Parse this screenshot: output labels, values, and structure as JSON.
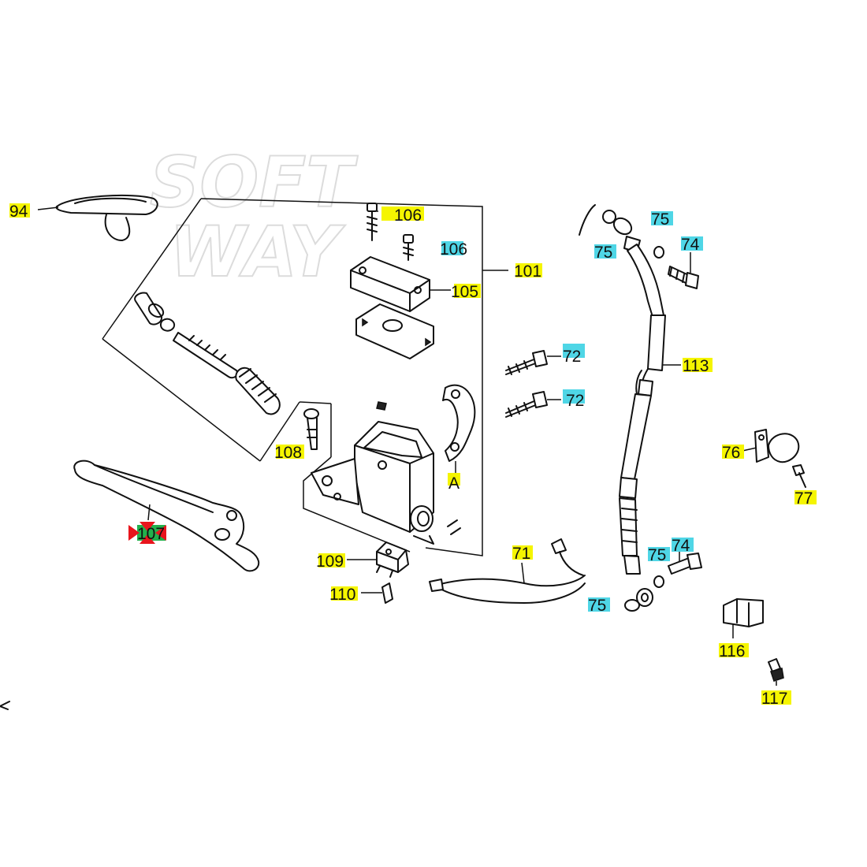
{
  "watermark": {
    "line1": "SOFT",
    "line2": "WAY"
  },
  "highlight_colors": {
    "yellow": "#f5f500",
    "cyan": "#4fd6e6",
    "green": "#22b14c",
    "red": "#e8141c"
  },
  "callouts": [
    {
      "id": "c94",
      "text": "94",
      "highlight": "yellow"
    },
    {
      "id": "c106a",
      "text": "106",
      "highlight": "yellow"
    },
    {
      "id": "c106b",
      "text": "106",
      "highlight": "cyan"
    },
    {
      "id": "c101",
      "text": "101",
      "highlight": "yellow"
    },
    {
      "id": "c105",
      "text": "105",
      "highlight": "yellow"
    },
    {
      "id": "c108",
      "text": "108",
      "highlight": "yellow"
    },
    {
      "id": "cA",
      "text": "A",
      "highlight": "yellow"
    },
    {
      "id": "c107",
      "text": "107",
      "highlight": "green"
    },
    {
      "id": "c109",
      "text": "109",
      "highlight": "yellow"
    },
    {
      "id": "c110",
      "text": "110",
      "highlight": "yellow"
    },
    {
      "id": "c71",
      "text": "71",
      "highlight": "yellow"
    },
    {
      "id": "c72a",
      "text": "72",
      "highlight": "cyan"
    },
    {
      "id": "c72b",
      "text": "72",
      "highlight": "cyan"
    },
    {
      "id": "c75a",
      "text": "75",
      "highlight": "cyan"
    },
    {
      "id": "c75b",
      "text": "75",
      "highlight": "cyan"
    },
    {
      "id": "c74a",
      "text": "74",
      "highlight": "cyan"
    },
    {
      "id": "c113",
      "text": "113",
      "highlight": "yellow"
    },
    {
      "id": "c76",
      "text": "76",
      "highlight": "yellow"
    },
    {
      "id": "c77",
      "text": "77",
      "highlight": "yellow"
    },
    {
      "id": "c75c",
      "text": "75",
      "highlight": "cyan"
    },
    {
      "id": "c74b",
      "text": "74",
      "highlight": "cyan"
    },
    {
      "id": "c75d",
      "text": "75",
      "highlight": "cyan"
    },
    {
      "id": "c116",
      "text": "116",
      "highlight": "yellow"
    },
    {
      "id": "c117",
      "text": "117",
      "highlight": "yellow"
    }
  ]
}
